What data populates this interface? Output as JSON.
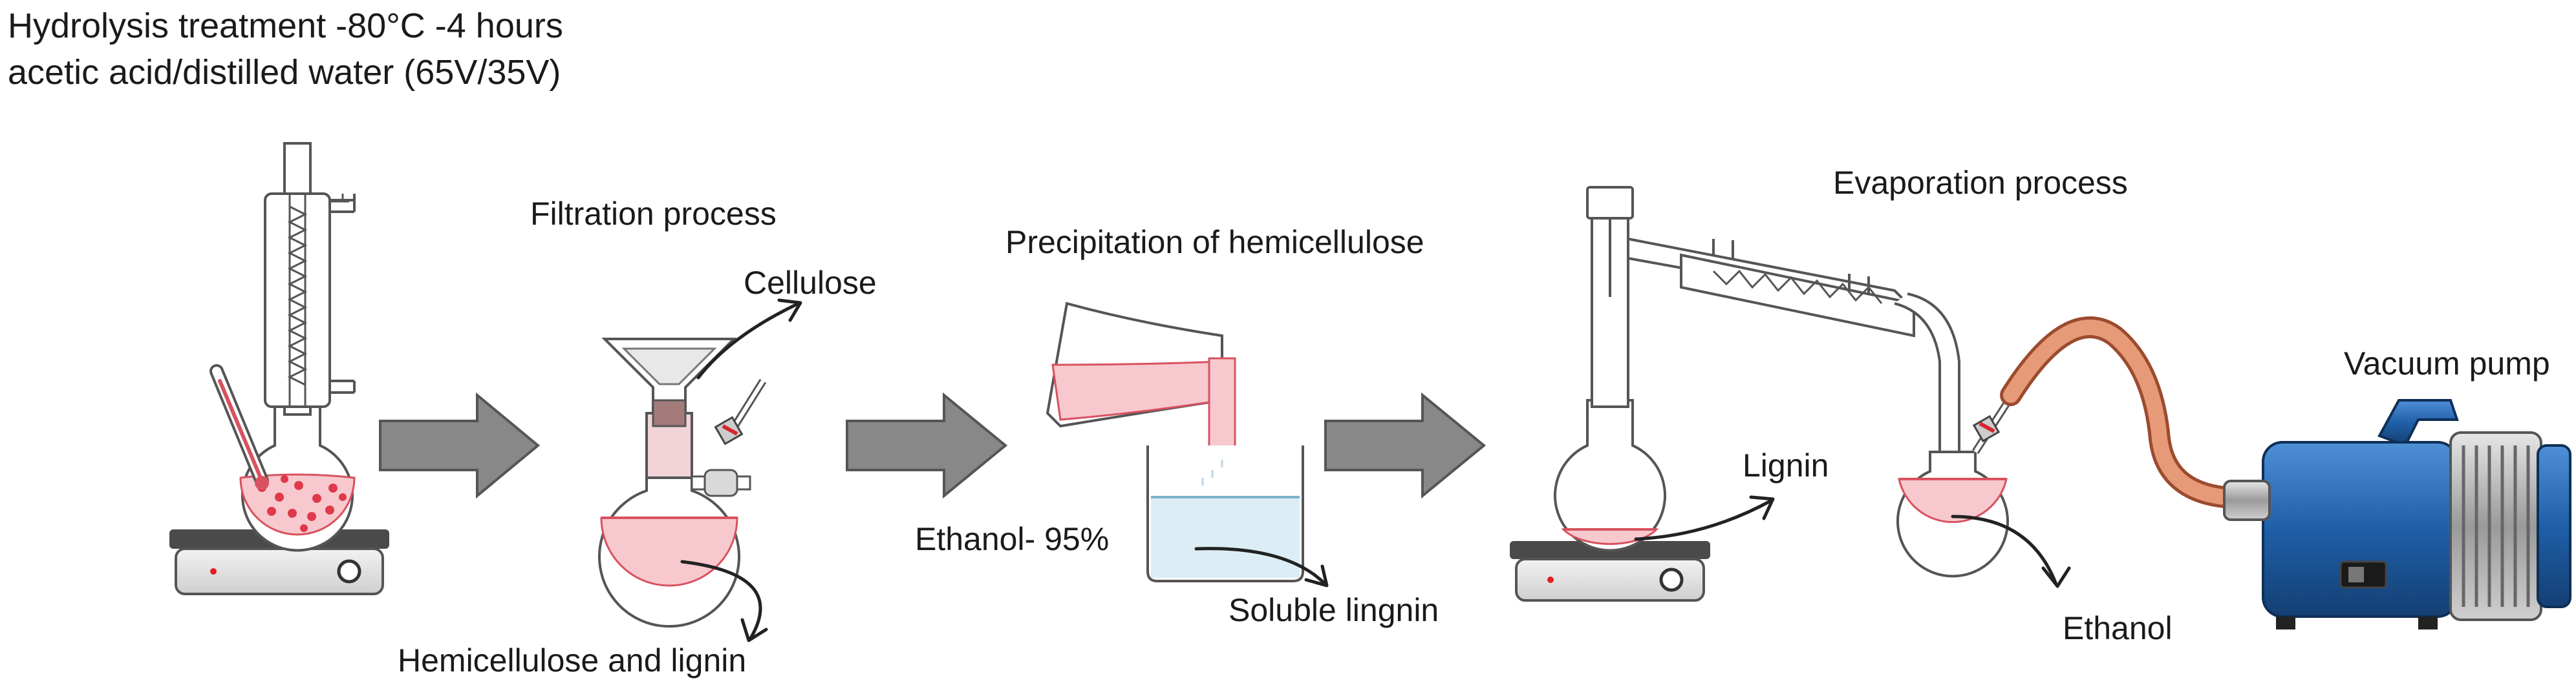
{
  "diagram": {
    "header_line1": "Hydrolysis treatment -80°C -4 hours",
    "header_line2": "acetic acid/distilled water (65V/35V)",
    "filtration_title": "Filtration process",
    "cellulose_label": "Cellulose",
    "hemi_lignin_label": "Hemicellulose and lignin",
    "precipitation_title": "Precipitation of  hemicellulose",
    "ethanol_95_label": "Ethanol- 95%",
    "soluble_lignin_label": "Soluble lingnin",
    "evaporation_title": "Evaporation process",
    "lignin_label": "Lignin",
    "ethanol_label": "Ethanol",
    "vacuum_pump_label": "Vacuum pump"
  },
  "colors": {
    "liquid_pink": "#f7c9cf",
    "liquid_red": "#d8525f",
    "step_arrow_gray": "#888888",
    "pump_blue": "#1f5fa8",
    "hose_orange": "#d9774f",
    "water_blue": "#dcedf5"
  },
  "icons": [
    "reflux-apparatus-icon",
    "filtration-flask-icon",
    "pouring-flask-icon",
    "beaker-icon",
    "distillation-apparatus-icon",
    "vacuum-pump-icon",
    "hot-plate-icon"
  ]
}
